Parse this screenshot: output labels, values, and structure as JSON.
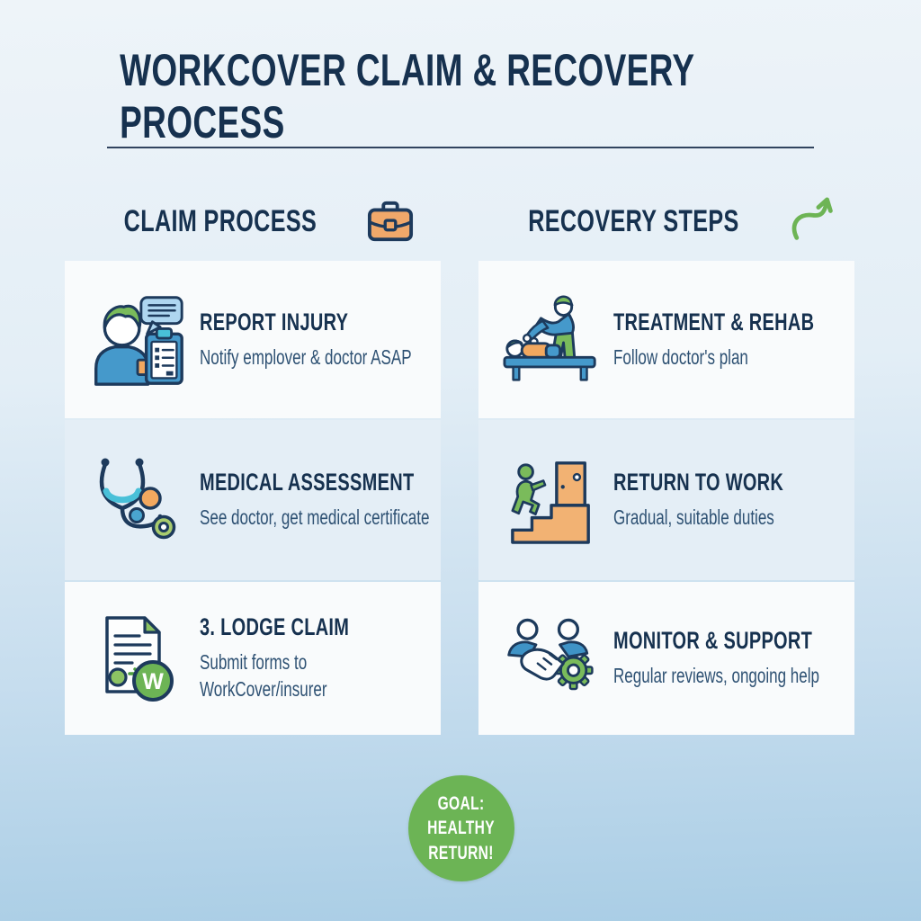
{
  "header": {
    "title": "WORKCOVER CLAIM & RECOVERY PROCESS"
  },
  "columns": [
    {
      "label": "CLAIM PROCESS",
      "icon": "briefcase-icon"
    },
    {
      "label": "RECOVERY STEPS",
      "icon": "recovery-arrow-icon"
    }
  ],
  "cards": [
    {
      "icon": "report-injury-icon",
      "title": "REPORT INJURY",
      "subtitle": "Notify emplover & doctor ASAP"
    },
    {
      "icon": "medical-assessment-icon",
      "title": "MEDICAL ASSESSMENT",
      "subtitle": "See doctor, get medical certificate"
    },
    {
      "icon": "lodge-claim-icon",
      "title": "3. LODGE CLAIM",
      "subtitle": "Submit forms to\nWorkCover/insurer",
      "badge_letter": "W"
    },
    {
      "icon": "treatment-rehab-icon",
      "title": "TREATMENT & REHAB",
      "subtitle": "Follow doctor's plan"
    },
    {
      "icon": "return-to-work-icon",
      "title": "RETURN TO WORK",
      "subtitle": "Gradual, suitable duties"
    },
    {
      "icon": "monitor-support-icon",
      "title": "MONITOR & SUPPORT",
      "subtitle": "Regular reviews, ongoing help"
    }
  ],
  "goal_badge": {
    "text": "GOAL:\nHEALTHY\nRETURN!"
  },
  "colors": {
    "navy_outline": "#1d3a5c",
    "title_text": "#16314f",
    "subtitle_text": "#2e5173",
    "green": "#6cb455",
    "light_green": "#7abb5b",
    "blue": "#4599cb",
    "teal": "#49c0d8",
    "orange": "#f2a85f",
    "bubble_blue": "#aed6f0",
    "background_top": "#eef4f9",
    "background_bottom": "#a9cde5",
    "card_white": "#f9fbfc",
    "card_blue": "#e4eef6"
  }
}
